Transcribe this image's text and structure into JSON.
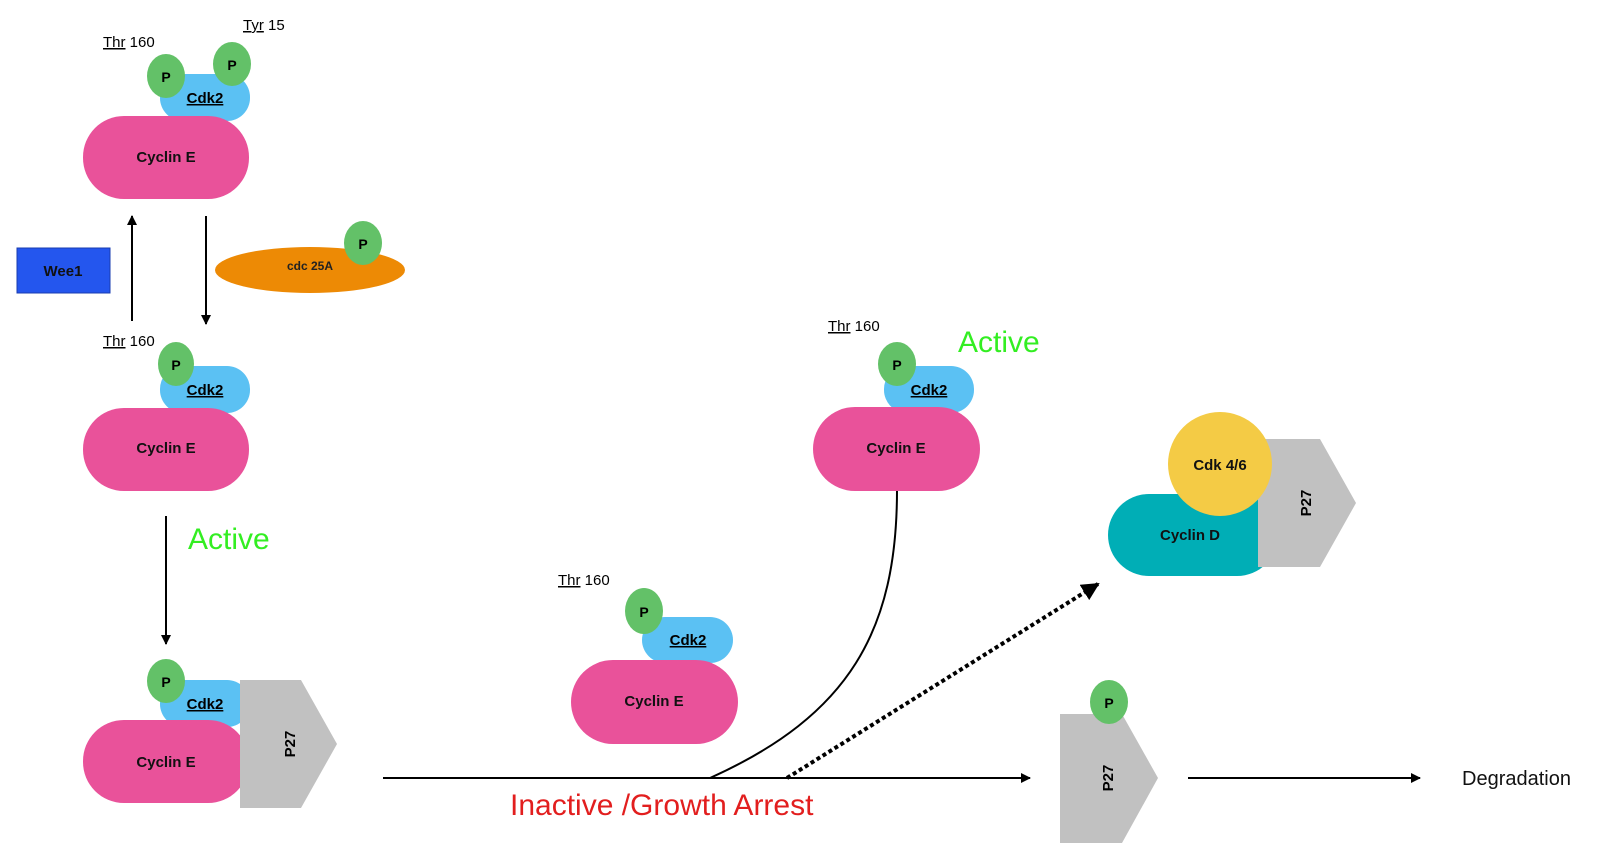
{
  "labels": {
    "thr160": "Thr 160",
    "thr": "Thr",
    "num160": " 160",
    "tyr15": "Tyr 15",
    "tyr": "Tyr",
    "num15": " 15",
    "phospho": "P",
    "cdk2": "Cdk2",
    "cyclin_e": "Cyclin E",
    "wee1": "Wee1",
    "cdc25a": "cdc 25A",
    "active": "Active",
    "p27": "P27",
    "inactive": "Inactive /Growth Arrest",
    "cdk46": "Cdk 4/6",
    "cyclin_d": "Cyclin D",
    "degradation": "Degradation"
  },
  "colors": {
    "cyclin_e": "#E9529A",
    "cdk2": "#5BC1F3",
    "phospho": "#63C168",
    "wee1": "#2456EE",
    "cdc25a": "#ED8A05",
    "active_text": "#33EE22",
    "inactive_text": "#E21E1E",
    "p27": "#C1C1C1",
    "cdk46": "#F4CB45",
    "cyclin_d": "#00AEB6",
    "arrow": "#000000"
  }
}
